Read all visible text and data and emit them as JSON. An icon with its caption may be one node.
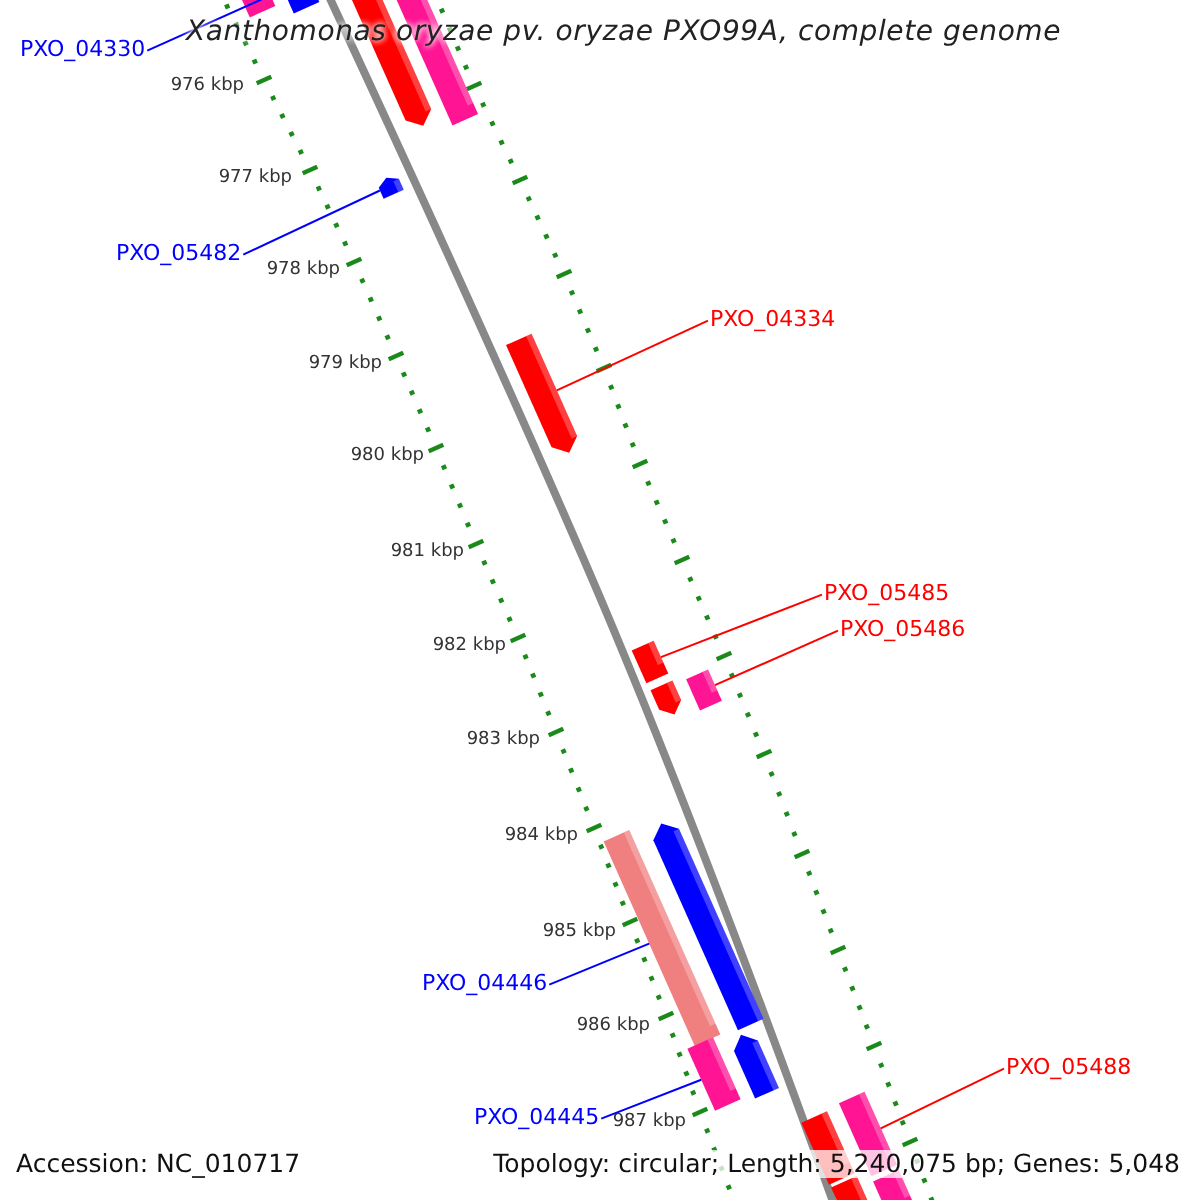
{
  "diagram": {
    "title": "Xanthomonas oryzae pv. oryzae PXO99A, complete genome",
    "nodes": [
      {
        "text": [
          "PXO_04330"
        ]
      },
      {
        "text": [
          "PXO_05482"
        ]
      },
      {
        "text": [
          "PXO_04334"
        ]
      },
      {
        "text": [
          "PXO_05485"
        ]
      },
      {
        "text": [
          "PXO_05486"
        ]
      },
      {
        "text": [
          "PXO_04446"
        ]
      },
      {
        "text": [
          "PXO_04445"
        ]
      },
      {
        "text": [
          "PXO_05488"
        ]
      },
      {
        "text": [],
        "shape": "bar"
      },
      {
        "text": [],
        "shape": "bar"
      },
      {
        "text": [],
        "shape": "bar"
      },
      {
        "text": [],
        "shape": "bar"
      },
      {
        "text": [],
        "shape": "bar"
      },
      {
        "text": [],
        "shape": "bar"
      },
      {
        "text": [],
        "shape": "bar"
      },
      {
        "text": [],
        "shape": "bar"
      },
      {
        "text": [],
        "shape": "bar"
      },
      {
        "text": [],
        "shape": "bar"
      },
      {
        "text": [],
        "shape": "bar"
      },
      {
        "text": [],
        "shape": "bar"
      },
      {
        "text": [],
        "shape": "bar"
      },
      {
        "text": [],
        "shape": "bar"
      },
      {
        "text": [],
        "shape": "bar"
      },
      {
        "text": [],
        "shape": "bar"
      },
      {
        "text": [],
        "shape": "bar"
      }
    ],
    "edges": [
      {
        "from": 0,
        "to": 9,
        "arrow": "none",
        "color": "#0000ff"
      },
      {
        "from": 1,
        "to": 12,
        "arrow": "none",
        "color": "#0000ff"
      },
      {
        "from": 2,
        "to": 13,
        "arrow": "none",
        "color": "#ff0000"
      },
      {
        "from": 3,
        "to": 14,
        "arrow": "none",
        "color": "#ff0000"
      },
      {
        "from": 4,
        "to": 16,
        "arrow": "none",
        "color": "#ff0000"
      },
      {
        "from": 5,
        "to": 17,
        "arrow": "none",
        "color": "#0000ff"
      },
      {
        "from": 6,
        "to": 19,
        "arrow": "none",
        "color": "#0000ff"
      },
      {
        "from": 7,
        "to": 22,
        "arrow": "none",
        "color": "#ff0000"
      }
    ],
    "labels": [
      "976 kbp",
      "977 kbp",
      "978 kbp",
      "979 kbp",
      "980 kbp",
      "981 kbp",
      "982 kbp",
      "983 kbp",
      "984 kbp",
      "985 kbp",
      "986 kbp",
      "987 kbp",
      "Accession: NC_010717",
      "Topology: circular; Length: 5,240,075 bp; Genes: 5,048"
    ]
  }
}
